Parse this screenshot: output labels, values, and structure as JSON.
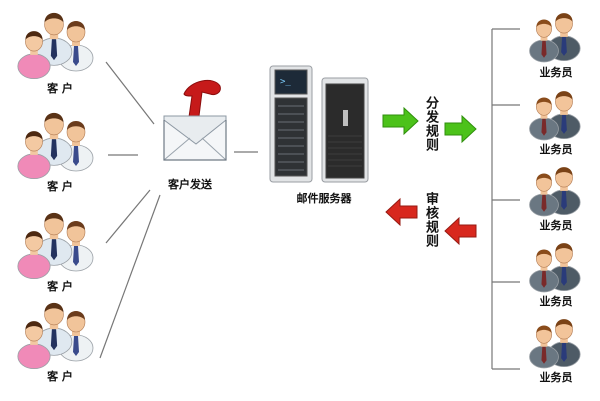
{
  "customers": [
    {
      "label": "客 户"
    },
    {
      "label": "客 户"
    },
    {
      "label": "客 户"
    },
    {
      "label": "客 户"
    }
  ],
  "send": {
    "label": "客户发送"
  },
  "server": {
    "label": "邮件服务器"
  },
  "distribute_rule": {
    "label": "分发规则",
    "color": "#4cc21a"
  },
  "review_rule": {
    "label": "审核规则",
    "color": "#d8281e"
  },
  "staff": [
    {
      "label": "业务员"
    },
    {
      "label": "业务员"
    },
    {
      "label": "业务员"
    },
    {
      "label": "业务员"
    },
    {
      "label": "业务员"
    }
  ],
  "colors": {
    "line": "#777777",
    "envelope_logo": "#c61a1a",
    "server_body": "#2b2b2b"
  },
  "icons": {
    "customer": "customer-group-icon",
    "send": "mail-envelope-icon",
    "server": "mail-server-icon",
    "staff": "business-staff-icon"
  }
}
